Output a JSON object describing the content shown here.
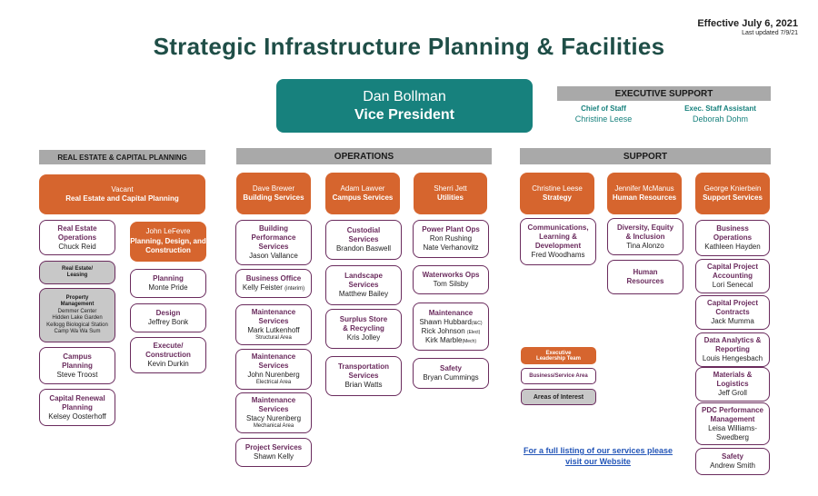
{
  "header": {
    "effective": "Effective July 6, 2021",
    "updated": "Last updated 7/9/21",
    "title": "Strategic Infrastructure Planning & Facilities"
  },
  "vp": {
    "name": "Dan Bollman",
    "title": "Vice President"
  },
  "exec_support": {
    "label": "EXECUTIVE SUPPORT",
    "items": [
      {
        "role": "Chief of Staff",
        "person": "Christine Leese"
      },
      {
        "role": "Exec. Staff Assistant",
        "person": "Deborah Dohm"
      }
    ]
  },
  "sections": {
    "real_estate": "REAL ESTATE & CAPITAL PLANNING",
    "operations": "OPERATIONS",
    "support": "SUPPORT"
  },
  "leads": {
    "re_vacant": {
      "name": "Vacant",
      "title": "Real Estate and Capital Planning"
    },
    "john_lefevre": {
      "name": "John LeFevre",
      "title": "Planning, Design, and Construction"
    },
    "dave_brewer": {
      "name": "Dave Brewer",
      "title": "Building Services"
    },
    "adam_lawver": {
      "name": "Adam Lawver",
      "title": "Campus Services"
    },
    "sherri_jett": {
      "name": "Sherri Jett",
      "title": "Utilities"
    },
    "christine_leese": {
      "name": "Christine Leese",
      "title": "Strategy"
    },
    "jennifer_mcmanus": {
      "name": "Jennifer McManus",
      "title": "Human Resources"
    },
    "george_knierbein": {
      "name": "George Knierbein",
      "title": "Support Services"
    }
  },
  "re": {
    "reo": {
      "t1": "Real Estate",
      "t2": "Operations",
      "p": "Chuck Reid"
    },
    "leasing": {
      "t1": "Real Estate/",
      "t2": "Leasing"
    },
    "property": {
      "t1": "Property",
      "t2": "Management",
      "l1": "Demmer Center",
      "l2": "Hidden Lake Garden",
      "l3": "Kellogg Biological Station",
      "l4": "Camp Wa Wa Sum"
    },
    "campus_planning": {
      "t1": "Campus",
      "t2": "Planning",
      "p": "Steve Troost"
    },
    "capital_renewal": {
      "t1": "Capital Renewal",
      "t2": "Planning",
      "p": "Kelsey Oosterhoff"
    }
  },
  "pdc": {
    "planning": {
      "t": "Planning",
      "p": "Monte Pride"
    },
    "design": {
      "t": "Design",
      "p": "Jeffrey Bonk"
    },
    "execute": {
      "t1": "Execute/",
      "t2": "Construction",
      "p": "Kevin Durkin"
    }
  },
  "building": {
    "bps": {
      "t1": "Building",
      "t2": "Performance",
      "t3": "Services",
      "p": "Jason Vallance"
    },
    "office": {
      "t": "Business Office",
      "p": "Kelly Feister",
      "note": "(interim)"
    },
    "maint_struct": {
      "t1": "Maintenance",
      "t2": "Services",
      "p": "Mark Lutkenhoff",
      "a": "Structural Area"
    },
    "maint_elec": {
      "t1": "Maintenance",
      "t2": "Services",
      "p": "John Nurenberg",
      "a": "Electrical Area"
    },
    "maint_mech": {
      "t1": "Maintenance",
      "t2": "Services",
      "p": "Stacy Nurenberg",
      "a": "Mechanical Area"
    },
    "project": {
      "t": "Project Services",
      "p": "Shawn Kelly"
    }
  },
  "campus": {
    "custodial": {
      "t1": "Custodial",
      "t2": "Services",
      "p": "Brandon Baswell"
    },
    "landscape": {
      "t1": "Landscape",
      "t2": "Services",
      "p": "Matthew Bailey"
    },
    "surplus": {
      "t1": "Surplus Store",
      "t2": "& Recycling",
      "p": "Kris Jolley"
    },
    "transport": {
      "t1": "Transportation",
      "t2": "Services",
      "p": "Brian Watts"
    }
  },
  "utilities": {
    "power": {
      "t": "Power Plant Ops",
      "p1": "Ron Rushing",
      "p2": "Nate Verhanovitz"
    },
    "water": {
      "t": "Waterworks Ops",
      "p": "Tom Silsby"
    },
    "maint": {
      "t": "Maintenance",
      "p1": "Shawn Hubbard",
      "n1": "(I&C)",
      "p2": "Rick Johnson",
      "n2": "(Elect)",
      "p3": "Kirk Marble",
      "n3": "(Mech)"
    },
    "safety": {
      "t": "Safety",
      "p": "Bryan Cummings"
    }
  },
  "strategy": {
    "comms": {
      "t1": "Communications,",
      "t2": "Learning &",
      "t3": "Development",
      "p": "Fred Woodhams"
    }
  },
  "hr": {
    "dei": {
      "t1": "Diversity, Equity",
      "t2": "& Inclusion",
      "p": "Tina Alonzo"
    },
    "hr": {
      "t1": "Human",
      "t2": "Resources"
    }
  },
  "support_services": {
    "bizops": {
      "t1": "Business",
      "t2": "Operations",
      "p": "Kathleen Hayden"
    },
    "cpa": {
      "t1": "Capital Project",
      "t2": "Accounting",
      "p": "Lori Senecal"
    },
    "cpc": {
      "t1": "Capital Project",
      "t2": "Contracts",
      "p": "Jack Mumma"
    },
    "data": {
      "t1": "Data Analytics &",
      "t2": "Reporting",
      "p": "Louis Hengesbach"
    },
    "materials": {
      "t1": "Materials &",
      "t2": "Logistics",
      "p": "Jeff Groll"
    },
    "pdc": {
      "t1": "PDC Performance",
      "t2": "Management",
      "p1": "Leisa Williams-",
      "p2": "Swedberg"
    },
    "safety": {
      "t": "Safety",
      "p": "Andrew Smith"
    }
  },
  "legend": {
    "lead1": "Executive",
    "lead2": "Leadership Team",
    "area": "Business/Service Area",
    "interest": "Areas of Interest"
  },
  "footer": {
    "link1": "For a full listing of our services please",
    "link2": "visit our Website"
  }
}
